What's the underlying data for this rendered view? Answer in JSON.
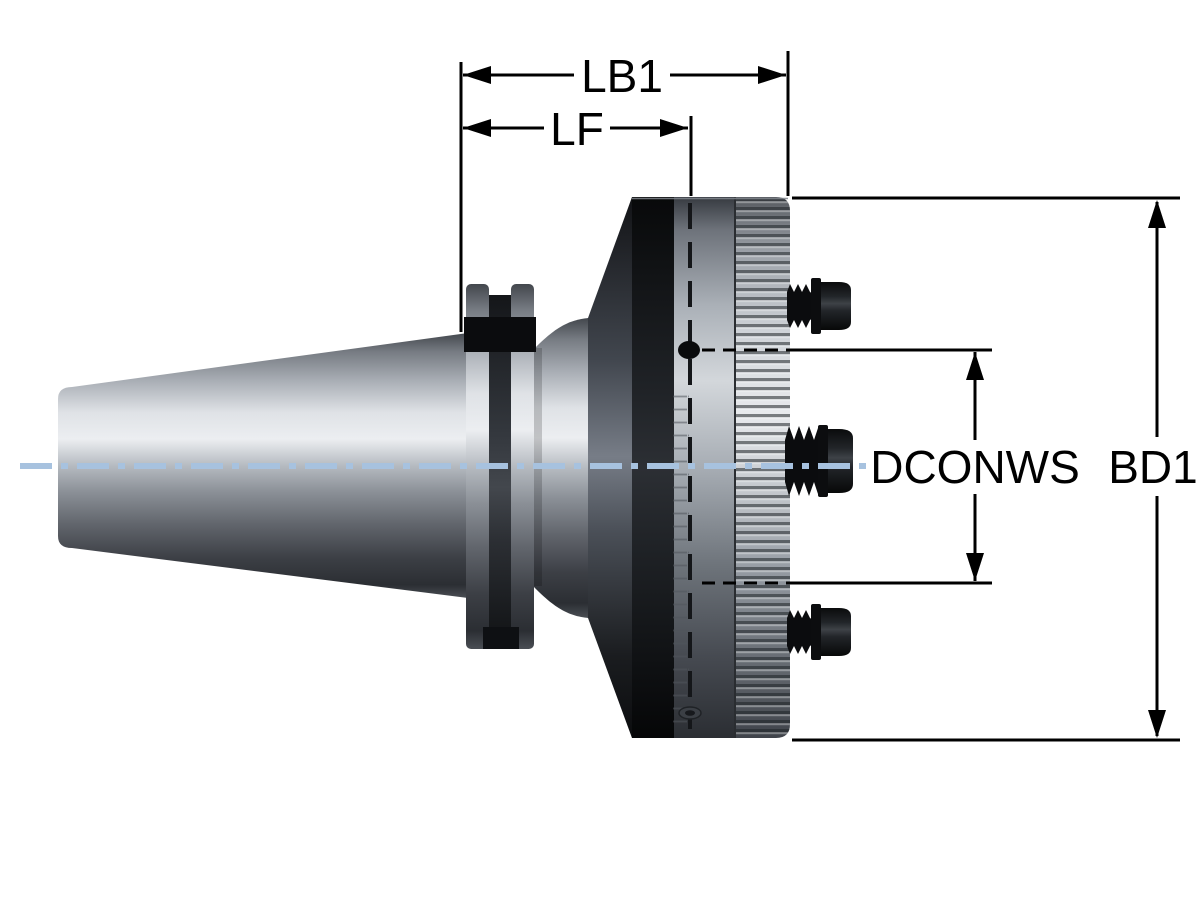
{
  "diagram": {
    "dimensions": {
      "lb1": {
        "label": "LB1"
      },
      "lf": {
        "label": "LF"
      },
      "dconws": {
        "label": "DCONWS"
      },
      "bd1": {
        "label": "BD1"
      }
    },
    "colors": {
      "centerline": "#a7c2df",
      "dimension": "#000000",
      "background": "#ffffff"
    }
  }
}
